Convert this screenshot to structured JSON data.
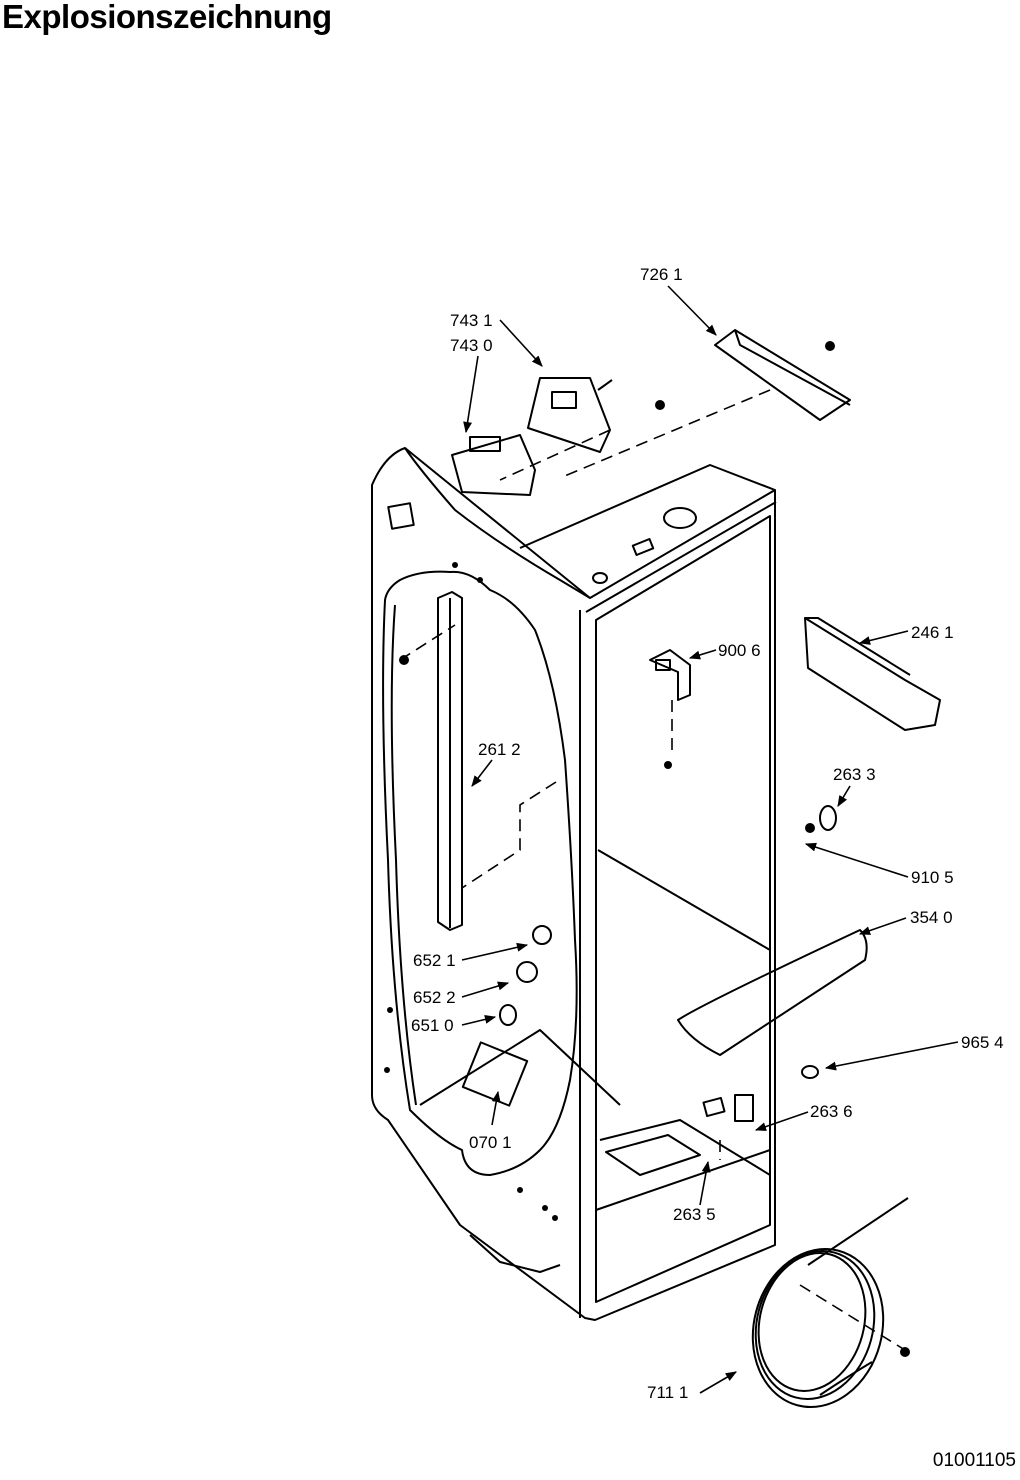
{
  "title": "Explosionszeichnung",
  "drawing_code": "01001105",
  "parts": [
    {
      "id": "726-1",
      "label": "726 1"
    },
    {
      "id": "743-1",
      "label": "743 1"
    },
    {
      "id": "743-0",
      "label": "743 0"
    },
    {
      "id": "246-1",
      "label": "246 1"
    },
    {
      "id": "900-6",
      "label": "900 6"
    },
    {
      "id": "261-2",
      "label": "261 2"
    },
    {
      "id": "263-3",
      "label": "263 3"
    },
    {
      "id": "910-5",
      "label": "910 5"
    },
    {
      "id": "354-0",
      "label": "354 0"
    },
    {
      "id": "652-1",
      "label": "652 1"
    },
    {
      "id": "652-2",
      "label": "652 2"
    },
    {
      "id": "651-0",
      "label": "651 0"
    },
    {
      "id": "965-4",
      "label": "965 4"
    },
    {
      "id": "263-6",
      "label": "263 6"
    },
    {
      "id": "070-1",
      "label": "070 1"
    },
    {
      "id": "263-5",
      "label": "263 5"
    },
    {
      "id": "711-1",
      "label": "711 1"
    }
  ]
}
